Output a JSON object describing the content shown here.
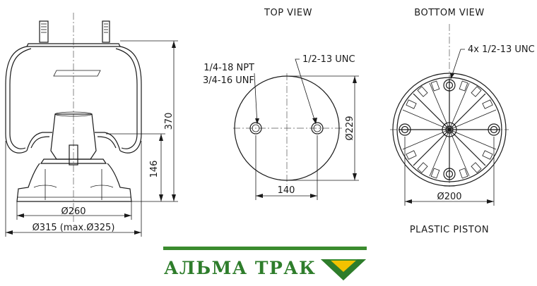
{
  "views": {
    "top_title": "TOP VIEW",
    "bottom_title": "BOTTOM VIEW",
    "piston_label": "PLASTIC PISTON"
  },
  "side_view": {
    "height_overall": "370",
    "height_piston": "146",
    "dia_piston": "Ø260",
    "dia_bellow": "Ø315 (max.Ø325)"
  },
  "top_view": {
    "port_1": "1/4-18 NPT",
    "port_2": "3/4-16 UNF",
    "stud": "1/2-13 UNC",
    "diameter": "Ø229",
    "spacing": "140"
  },
  "bottom_view": {
    "bolts": "4x 1/2-13 UNC",
    "diameter": "Ø200"
  },
  "brand": {
    "name": "АЛЬМА ТРАК",
    "green": "#3a8b2e",
    "yellow": "#f2c200"
  }
}
